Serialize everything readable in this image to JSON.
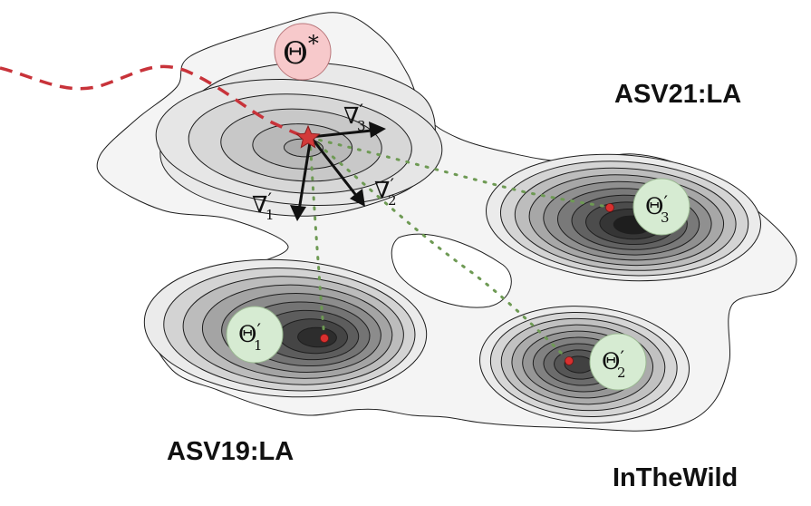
{
  "labels": {
    "asv21": "ASV21:LA",
    "asv19": "ASV19:LA",
    "inthewild": "InTheWild"
  },
  "symbols": {
    "theta": "Θ",
    "prime": "′",
    "star_sup": "*",
    "nabla": "∇",
    "sub1": "1",
    "sub2": "2",
    "sub3": "3"
  },
  "colors": {
    "trajectory": "#c8333a",
    "dotted_path": "#6e9a54",
    "optimum_fill": "#f7c9cb",
    "local_fill": "#d6ebd2",
    "minimum_dot": "#d8302f",
    "star": "#d23a3a"
  }
}
